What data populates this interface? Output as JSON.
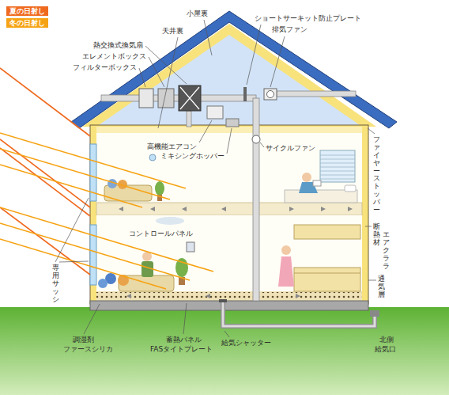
{
  "diagram": {
    "labels": [
      "小屋裏",
      "ショートサーキット防止プレート",
      "天井裏",
      "排気ファン",
      "熱交換式換気扇",
      "エレメントボックス",
      "フィルターボックス",
      "高機能エアコン",
      "サイクルファン",
      "ミキシングホッパー",
      "ファイヤーストッパー",
      "コントロールパネル",
      "断熱材",
      "エアクララ",
      "専用サッシ",
      "通気層",
      "調湿剤",
      "ファースシリカ",
      "蓄熱パネル",
      "FASタイトプレート",
      "給気シャッター",
      "北側",
      "給気口"
    ],
    "legend": [
      {
        "text": "夏の日射し",
        "color": "#ef6a1f"
      },
      {
        "text": "冬の日射し",
        "color": "#f6a313"
      }
    ]
  }
}
